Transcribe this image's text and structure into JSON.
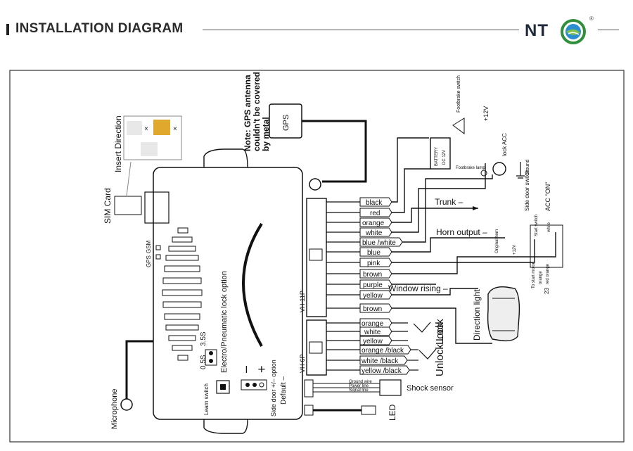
{
  "header": {
    "title": "INSTALLATION DIAGRAM",
    "logo_text": "NT",
    "logo_reg": "®"
  },
  "module": {
    "connector_11p": "VH-11P",
    "connector_6p": "VH-6P"
  },
  "top_labels": {
    "gps_note": [
      "Note: GPS antenna",
      "couldn't be covered",
      "by metal"
    ],
    "gps": "GPS",
    "insert_direction": "Insert Direction",
    "sim_card": "SIM Card",
    "gps_led": "GPS",
    "gsm_led": "GSM",
    "footbrake_switch": "Footbrake switch",
    "plus12v": "+12V",
    "battery": "BATTERY",
    "dc12v": "DC 12V",
    "footbrake_lamp": "Footbrake lamp",
    "lock_acc": "lock ACC",
    "ground": "Ground",
    "side_door_switch": "Side door switch",
    "acc_on": "ACC \"ON\""
  },
  "wires_11p": [
    {
      "color": "black"
    },
    {
      "color": "red"
    },
    {
      "color": "orange"
    },
    {
      "color": "white"
    },
    {
      "color": "blue /white"
    },
    {
      "color": "blue"
    },
    {
      "color": "pink"
    },
    {
      "color": "brown"
    },
    {
      "color": "purple"
    },
    {
      "color": "yellow"
    },
    {
      "color": "brown"
    }
  ],
  "wires_6p": [
    {
      "color": "orange"
    },
    {
      "color": "white"
    },
    {
      "color": "yellow"
    },
    {
      "color": "orange /black"
    },
    {
      "color": "white /black"
    },
    {
      "color": "yellow /black"
    }
  ],
  "outputs": {
    "trunk": "Trunk –",
    "horn_output": "Horn output –",
    "window_rising": "Window rising –",
    "direction_light": "Direction light",
    "lock": "Lock",
    "unlock_lock": "Unlock Lock",
    "original_horn": "Original horn",
    "plus12v_small": "+12V",
    "to_start_motor": "To start motor",
    "white_small": "white",
    "orange_small": "orange",
    "red_orange": "red orange",
    "start_switch": "Start switch",
    "num_23": "23"
  },
  "sensors": {
    "ground_wire": "Ground wire",
    "power_line": "Power line",
    "signal_line": "Signal line",
    "shock_sensor": "Shock sensor",
    "led": "LED",
    "microphone": "Microphone"
  },
  "options": {
    "electro_pneumatic": "Electro/Pneumatic lock option",
    "t05s": "0.5S",
    "t35s": "3.5S",
    "learn_switch": "Learn switch",
    "side_door_option": "Side door +/– option",
    "default": "Default –",
    "minus": "–",
    "plus": "+"
  }
}
